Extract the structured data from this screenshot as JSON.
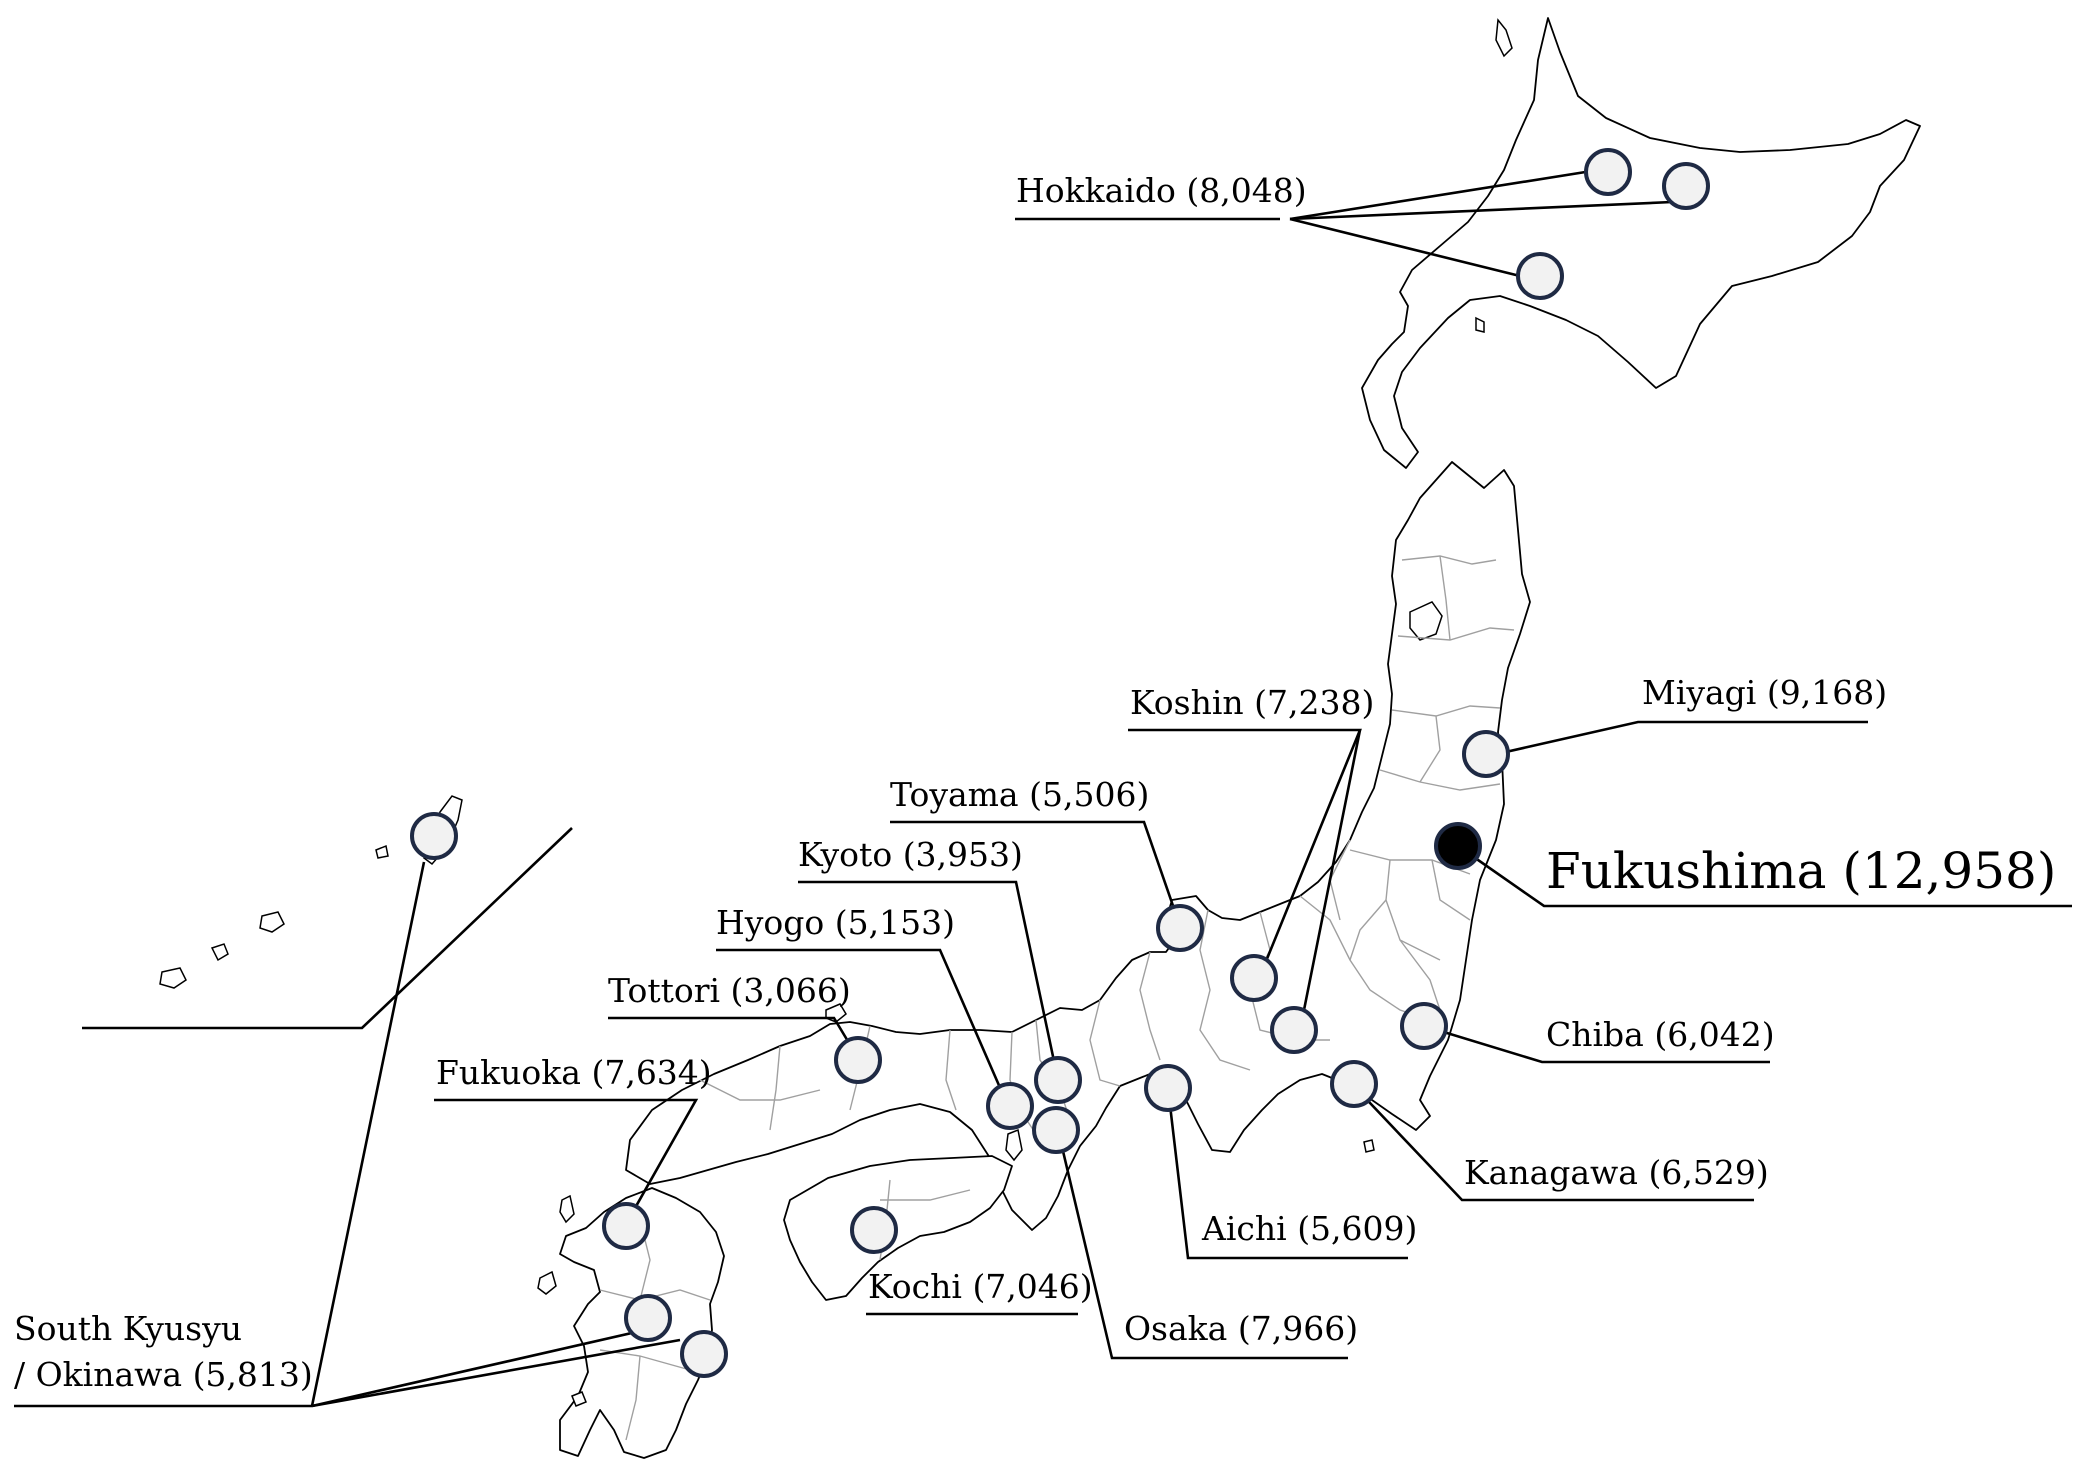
{
  "colors": {
    "marker_fill": "#f2f2f2",
    "marker_stroke": "#1f2a44",
    "highlight_fill": "#000000",
    "prefecture_border": "#a0a0a0",
    "coastline": "#000000"
  },
  "regions": {
    "hokkaido": {
      "name": "Hokkaido",
      "count": "(8,048)"
    },
    "miyagi": {
      "name": "Miyagi",
      "count": "(9,168)"
    },
    "fukushima": {
      "name": "Fukushima",
      "count": "(12,958)"
    },
    "koshin": {
      "name": "Koshin",
      "count": "(7,238)"
    },
    "toyama": {
      "name": "Toyama",
      "count": "(5,506)"
    },
    "kyoto": {
      "name": "Kyoto",
      "count": "(3,953)"
    },
    "hyogo": {
      "name": "Hyogo",
      "count": "(5,153)"
    },
    "tottori": {
      "name": "Tottori",
      "count": "(3,066)"
    },
    "fukuoka": {
      "name": "Fukuoka",
      "count": "(7,634)"
    },
    "chiba": {
      "name": "Chiba",
      "count": "(6,042)"
    },
    "kanagawa": {
      "name": "Kanagawa",
      "count": "(6,529)"
    },
    "aichi": {
      "name": "Aichi",
      "count": "(5,609)"
    },
    "kochi": {
      "name": "Kochi",
      "count": "(7,046)"
    },
    "osaka": {
      "name": "Osaka",
      "count": "(7,966)"
    },
    "south_kyusyu": {
      "name_line1": "South Kyusyu",
      "name_line2": "/ Okinawa",
      "count": "(5,813)"
    }
  }
}
